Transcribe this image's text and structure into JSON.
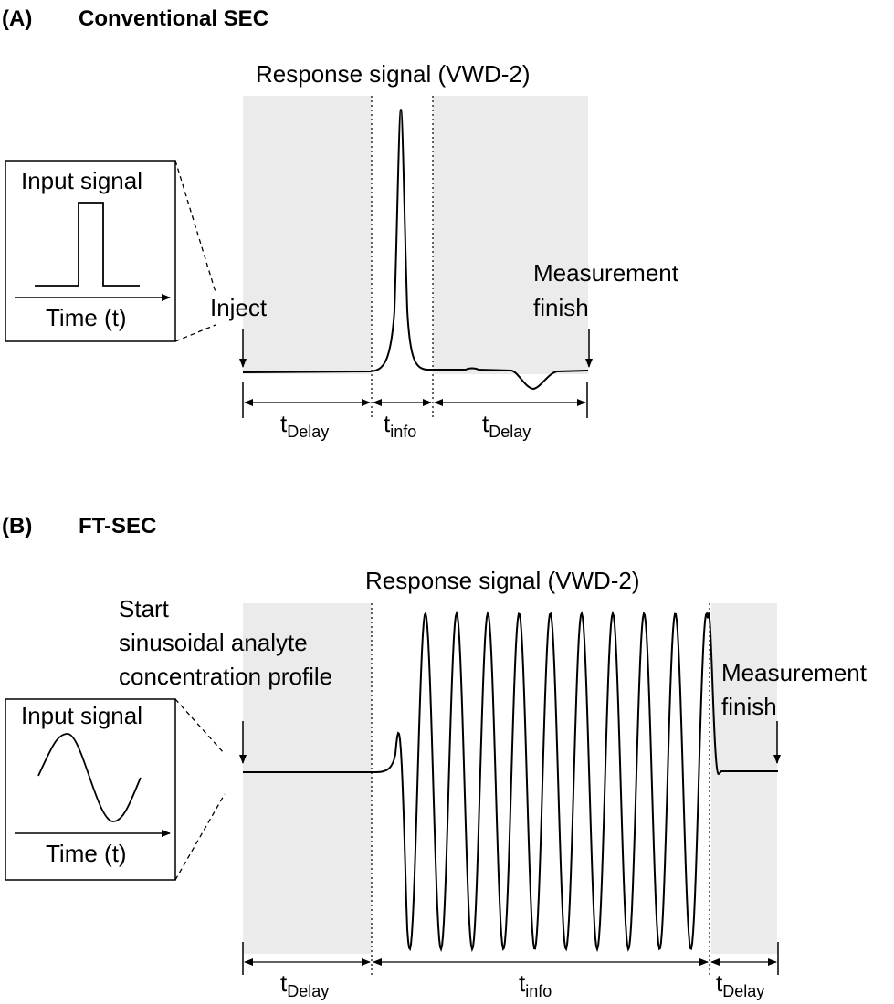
{
  "panels": [
    {
      "letter": "(A)",
      "title": "Conventional SEC",
      "response_title": "Response signal (VWD-2)",
      "input_title": "Input signal",
      "input_axis": "Time (t)",
      "start_label": [
        "Inject"
      ],
      "finish_label": [
        "Measurement",
        "finish"
      ],
      "intervals": [
        {
          "t": "t",
          "sub": "Delay"
        },
        {
          "t": "t",
          "sub": "info"
        },
        {
          "t": "t",
          "sub": "Delay"
        }
      ],
      "colors": {
        "shade": "#ebebeb",
        "line": "#000000"
      }
    },
    {
      "letter": "(B)",
      "title": "FT-SEC",
      "response_title": "Response signal (VWD-2)",
      "input_title": "Input signal",
      "input_axis": "Time (t)",
      "start_label": [
        "Start",
        "sinusoidal analyte",
        "concentration profile"
      ],
      "finish_label": [
        "Measurement",
        "finish"
      ],
      "intervals": [
        {
          "t": "t",
          "sub": "Delay"
        },
        {
          "t": "t",
          "sub": "info"
        },
        {
          "t": "t",
          "sub": "Delay"
        }
      ],
      "oscillation_cycles": 10,
      "colors": {
        "shade": "#ebebeb",
        "line": "#000000"
      }
    }
  ]
}
